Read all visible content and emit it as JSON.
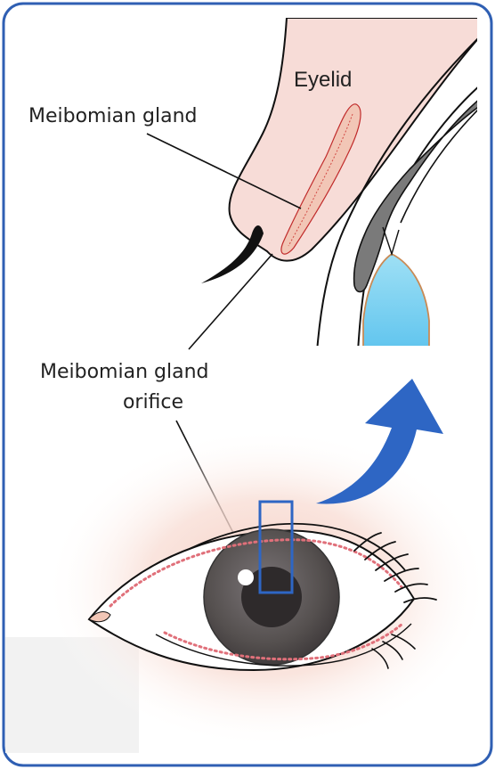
{
  "labels": {
    "eyelid": "Eyelid",
    "gland": "Meibomian gland",
    "orifice_line1": "Meibomian gland",
    "orifice_line2": "orifice"
  },
  "colors": {
    "frame": "#2f5fb3",
    "arrow": "#2e66c4",
    "skin": "#f7dcd7",
    "gland": "#f2c6b6",
    "iris": "#5a5456",
    "cornea": "#7fd0f0",
    "glow": "#f6d8cf"
  }
}
